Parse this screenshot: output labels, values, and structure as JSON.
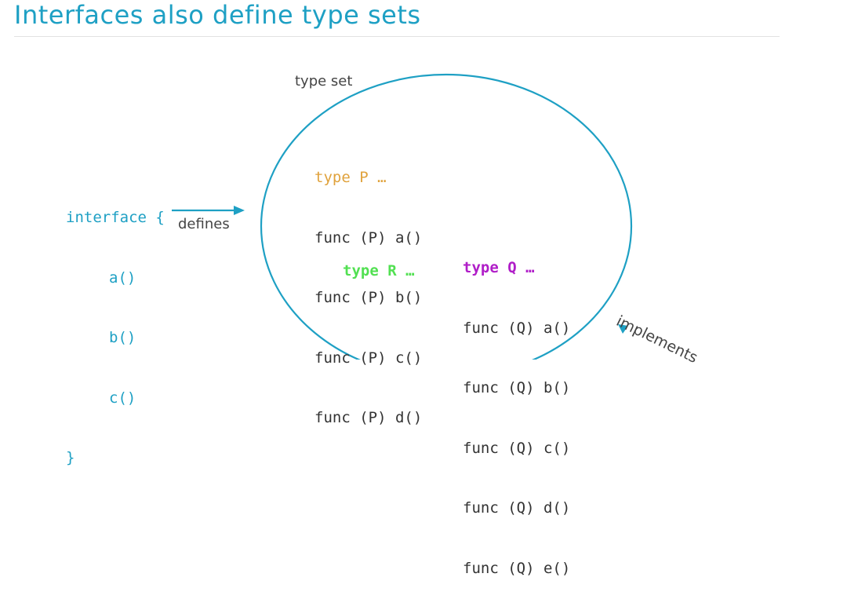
{
  "slide": {
    "title": "Interfaces also define type sets"
  },
  "interface_block": {
    "open": "interface {",
    "methods": [
      "a()",
      "b()",
      "c()"
    ],
    "close": "}"
  },
  "labels": {
    "type_set": "type set",
    "defines": "defines",
    "implements": "implements"
  },
  "type_p": {
    "header": "type P …",
    "methods": [
      "func (P) a()",
      "func (P) b()",
      "func (P) c()",
      "func (P) d()"
    ]
  },
  "type_q": {
    "header": "type Q …",
    "methods": [
      "func (Q) a()",
      "func (Q) b()",
      "func (Q) c()",
      "func (Q) d()",
      "func (Q) e()"
    ]
  },
  "type_r": {
    "header": "type R …"
  },
  "colors": {
    "accent": "#1ea0c4",
    "type_p": "#e0a23c",
    "type_q": "#b01ec8",
    "type_r": "#52e052",
    "code": "#333333"
  }
}
